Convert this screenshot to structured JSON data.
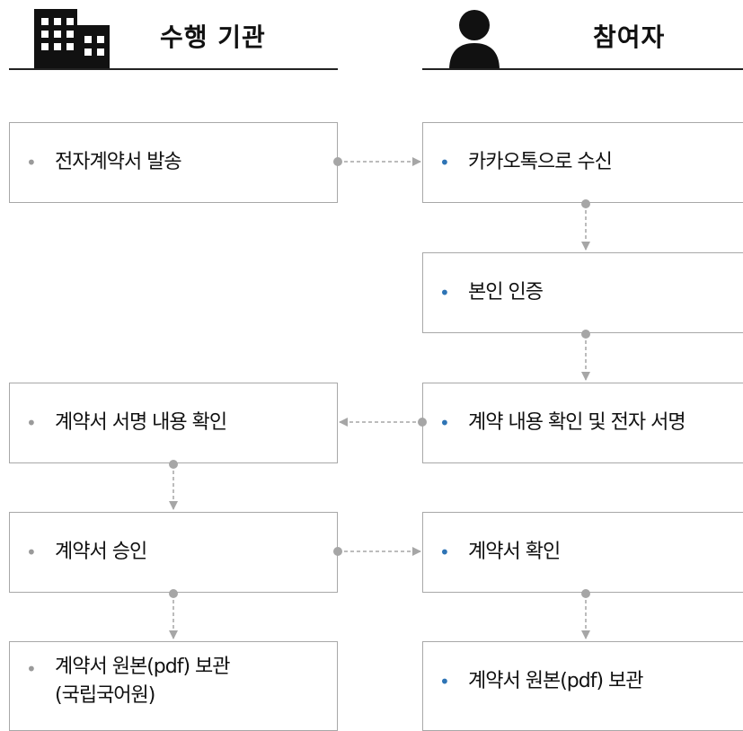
{
  "header": {
    "left_title": "수행 기관",
    "right_title": "참여자",
    "left_icon": "building-icon",
    "right_icon": "person-icon"
  },
  "left_lane": {
    "send_contract": "전자계약서 발송",
    "check_signed": "계약서 서명 내용 확인",
    "approve": "계약서 승인",
    "store_line1": "계약서 원본(pdf) 보관",
    "store_line2": "(국립국어원)"
  },
  "right_lane": {
    "receive_kakao": "카카오톡으로 수신",
    "identity_auth": "본인 인증",
    "review_and_sign": "계약 내용 확인 및 전자 서명",
    "confirm_contract": "계약서 확인",
    "store_original": "계약서 원본(pdf) 보관"
  },
  "colors": {
    "connector": "#a6a6a6",
    "left_bullet": "#9a9a9a",
    "right_bullet": "#2e74b5",
    "box_border": "#a8a8a8"
  }
}
